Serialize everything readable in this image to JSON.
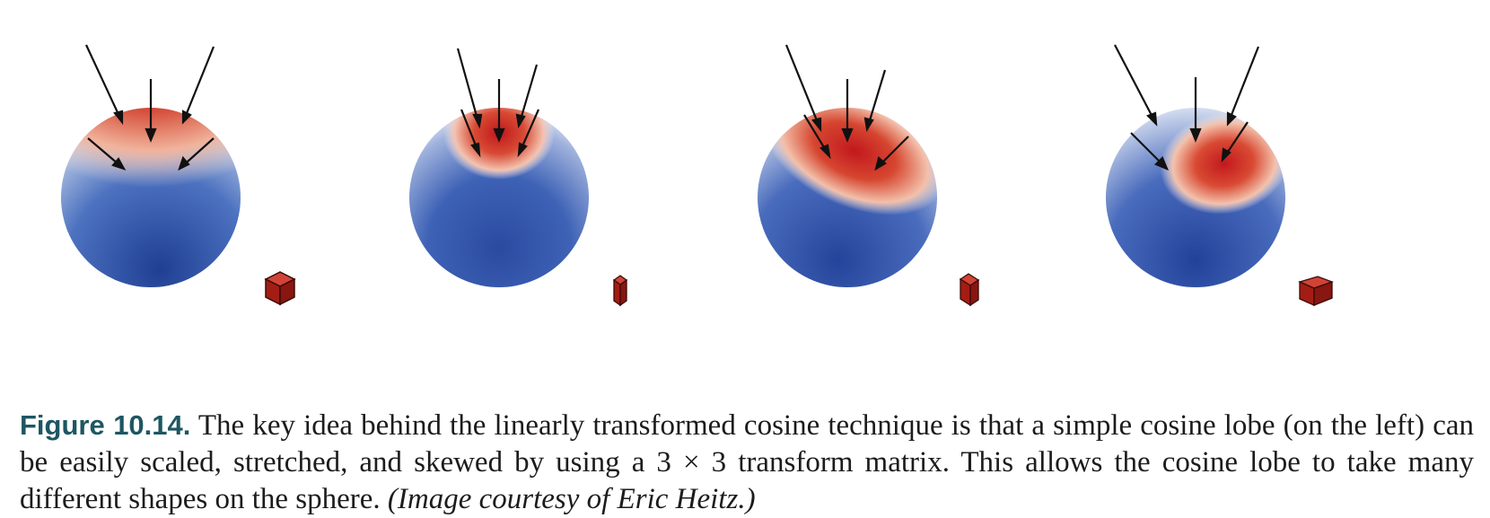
{
  "figure": {
    "panels": [
      {
        "name": "original-cosine-lobe"
      },
      {
        "name": "scaled-lobe"
      },
      {
        "name": "stretched-lobe"
      },
      {
        "name": "skewed-lobe"
      }
    ],
    "colors": {
      "lobe_peak": "#c0191e",
      "lobe_mid": "#f2b8a0",
      "sphere_light": "#dfe6f2",
      "sphere_dark": "#2b4a9c",
      "cube": "#b3251c",
      "arrow": "#111111"
    }
  },
  "caption": {
    "label": "Figure 10.14.",
    "text": " The key idea behind the linearly transformed cosine technique is that a simple cosine lobe (on the left) can be easily scaled, stretched, and skewed by using a 3 × 3 transform matrix. This allows the cosine lobe to take many different shapes on the sphere. ",
    "credit": "(Image courtesy of Eric Heitz.)"
  }
}
